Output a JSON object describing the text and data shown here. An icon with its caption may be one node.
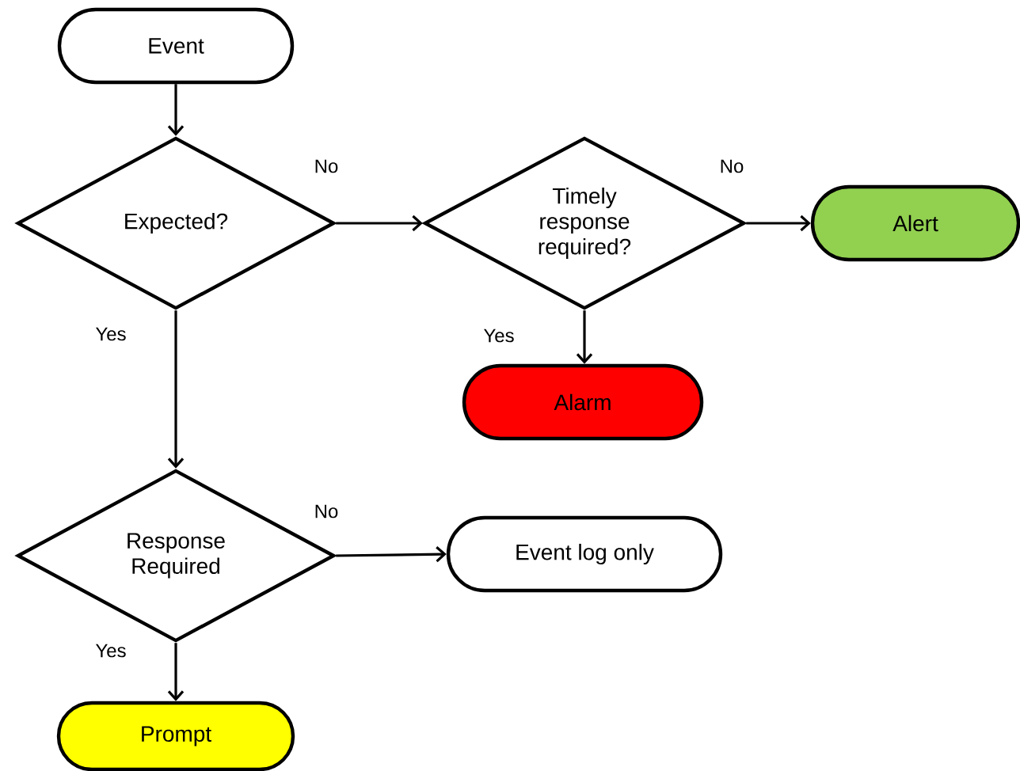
{
  "diagram": {
    "nodes": [
      {
        "text": [
          "Event"
        ]
      },
      {
        "text": [
          "Expected?"
        ]
      },
      {
        "text": [
          "Timely response required?"
        ]
      },
      {
        "text": [
          "Alert"
        ]
      },
      {
        "text": [
          "Alarm"
        ]
      },
      {
        "text": [
          "Response Required"
        ]
      },
      {
        "text": [
          "Event log only"
        ]
      },
      {
        "text": [
          "Prompt"
        ]
      }
    ],
    "edges": [
      {
        "from": 0,
        "to": 1,
        "arrow": "to"
      },
      {
        "from": 1,
        "to": 2,
        "arrow": "to",
        "label": "No"
      },
      {
        "from": 2,
        "to": 3,
        "arrow": "to",
        "label": "No"
      },
      {
        "from": 2,
        "to": 4,
        "arrow": "to",
        "label": "Yes"
      },
      {
        "from": 1,
        "to": 5,
        "arrow": "to",
        "label": "Yes"
      },
      {
        "from": 5,
        "to": 6,
        "arrow": "to",
        "label": "No"
      },
      {
        "from": 5,
        "to": 7,
        "arrow": "to",
        "label": "Yes"
      }
    ]
  }
}
